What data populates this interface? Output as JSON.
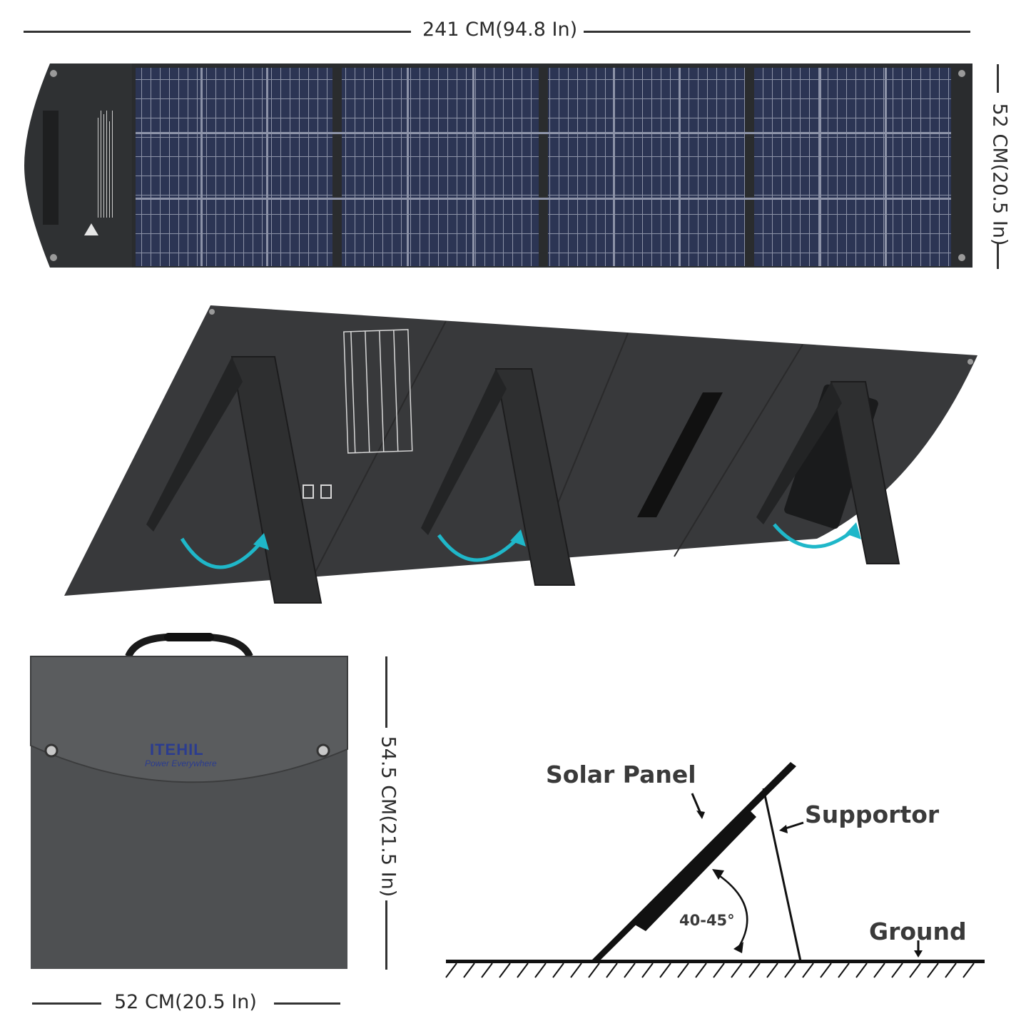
{
  "dimensions": {
    "unfolded_width": "241 CM(94.8 In)",
    "unfolded_height": "52 CM(20.5 In)",
    "folded_height": "54.5 CM(21.5 In)",
    "folded_width": "52 CM(20.5 In)"
  },
  "bag": {
    "brand": "ITEHIL",
    "tagline": "Power Everywhere"
  },
  "diagram": {
    "solar_panel_label": "Solar Panel",
    "supportor_label": "Supportor",
    "angle_label": "40-45°",
    "ground_label": "Ground"
  },
  "colors": {
    "panel_frame": "#2f3133",
    "solar_cell": "#2c3554",
    "arrow_accent": "#1fb7c9",
    "bag_felt": "#4e5052",
    "brand_text": "#2b3c8f"
  }
}
